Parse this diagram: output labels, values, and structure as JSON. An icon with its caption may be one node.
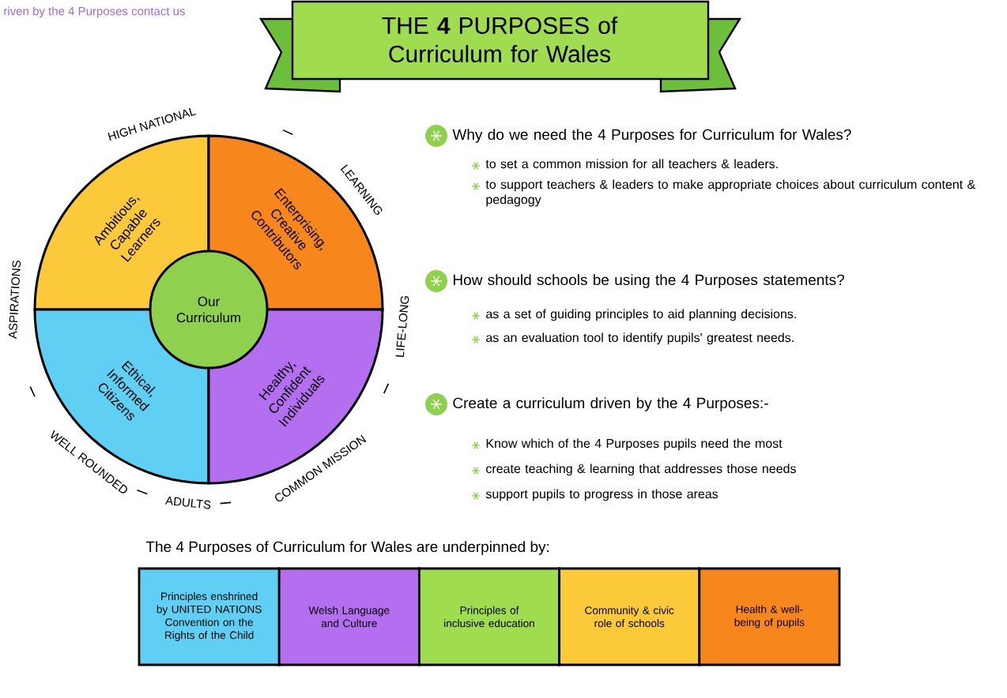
{
  "diagram": {
    "title": "THE **4** PURPOSES of Curriculum for Wales",
    "nodes": [
      {
        "text": [
          "Ambitious, Capable Learners"
        ]
      },
      {
        "text": [
          "Enterprising, Creative Contributors"
        ]
      },
      {
        "text": [
          "Our Curriculum"
        ]
      },
      {
        "text": [
          "Ethical, Informed Citizens"
        ]
      },
      {
        "text": [
          "Healthy, Confident Individuals"
        ]
      },
      {
        "text": [
          "Principles enshrined by UNITED NATIONS Convention on the Rights of the Child"
        ]
      },
      {
        "text": [
          "Welsh Language and Culture"
        ]
      },
      {
        "text": [
          "Principles of inclusive education"
        ]
      },
      {
        "text": [
          "Community & civic role of schools"
        ]
      },
      {
        "text": [
          "Health & well-being of pupils"
        ]
      }
    ],
    "labels": [
      "riven by the 4 Purposes contact us",
      "HIGH NATIONAL",
      "ASPIRATIONS",
      "WELL ROUNDED",
      "ADULTS",
      "COMMON MISSION",
      "LIFE-LONG",
      "LEARNING",
      "Why do we need the 4 Purposes for Curriculum for Wales?",
      "to set a common mission for all teachers & leaders.",
      "to support teachers & leaders to make appropriate choices about curriculum content & pedagogy",
      "How should schools be using the 4 Purposes statements?",
      "as a set of guiding principles to aid planning decisions.",
      "as an evaluation tool to identify pupils' greatest needs.",
      "Create a curriculum driven by the 4 Purposes:-",
      "Know which of the 4 Purposes pupils need the most",
      "create teaching & learning that addresses those needs",
      "support pupils to progress in those areas",
      "The 4 Purposes of Curriculum for Wales are underpinned by:"
    ]
  }
}
